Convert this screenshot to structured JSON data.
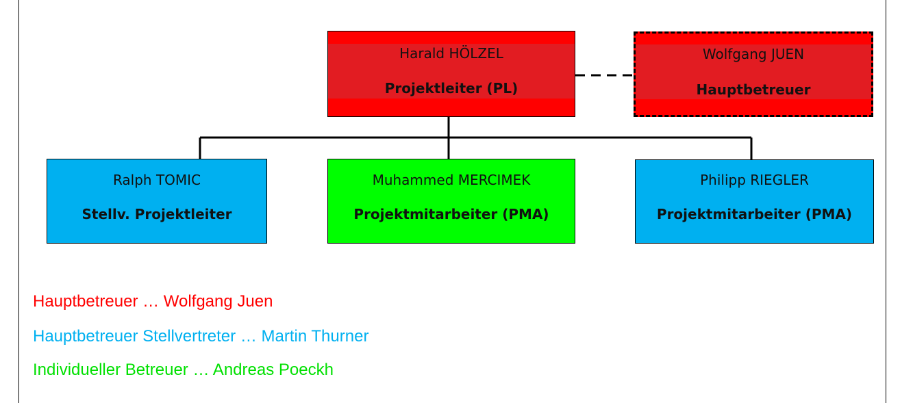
{
  "colors": {
    "red": "#ff0000",
    "red_band": "#e21c22",
    "blue": "#00b0f0",
    "green": "#00ff00",
    "legend_red": "#ff0000",
    "legend_blue": "#00b0f0",
    "legend_green": "#00e000"
  },
  "org_chart": {
    "projektleiter": {
      "name": "Harald HÖLZEL",
      "role": "Projektleiter (PL)"
    },
    "hauptbetreuer": {
      "name": "Wolfgang JUEN",
      "role": "Hauptbetreuer"
    },
    "members": [
      {
        "name": "Ralph TOMIC",
        "role": "Stellv. Projektleiter"
      },
      {
        "name": "Muhammed MERCIMEK",
        "role": "Projektmitarbeiter (PMA)"
      },
      {
        "name": "Philipp RIEGLER",
        "role": "Projektmitarbeiter (PMA)"
      }
    ]
  },
  "legend": [
    {
      "text": "Hauptbetreuer … Wolfgang Juen"
    },
    {
      "text": "Hauptbetreuer Stellvertreter … Martin Thurner"
    },
    {
      "text": "Individueller Betreuer … Andreas Poeckh"
    }
  ]
}
